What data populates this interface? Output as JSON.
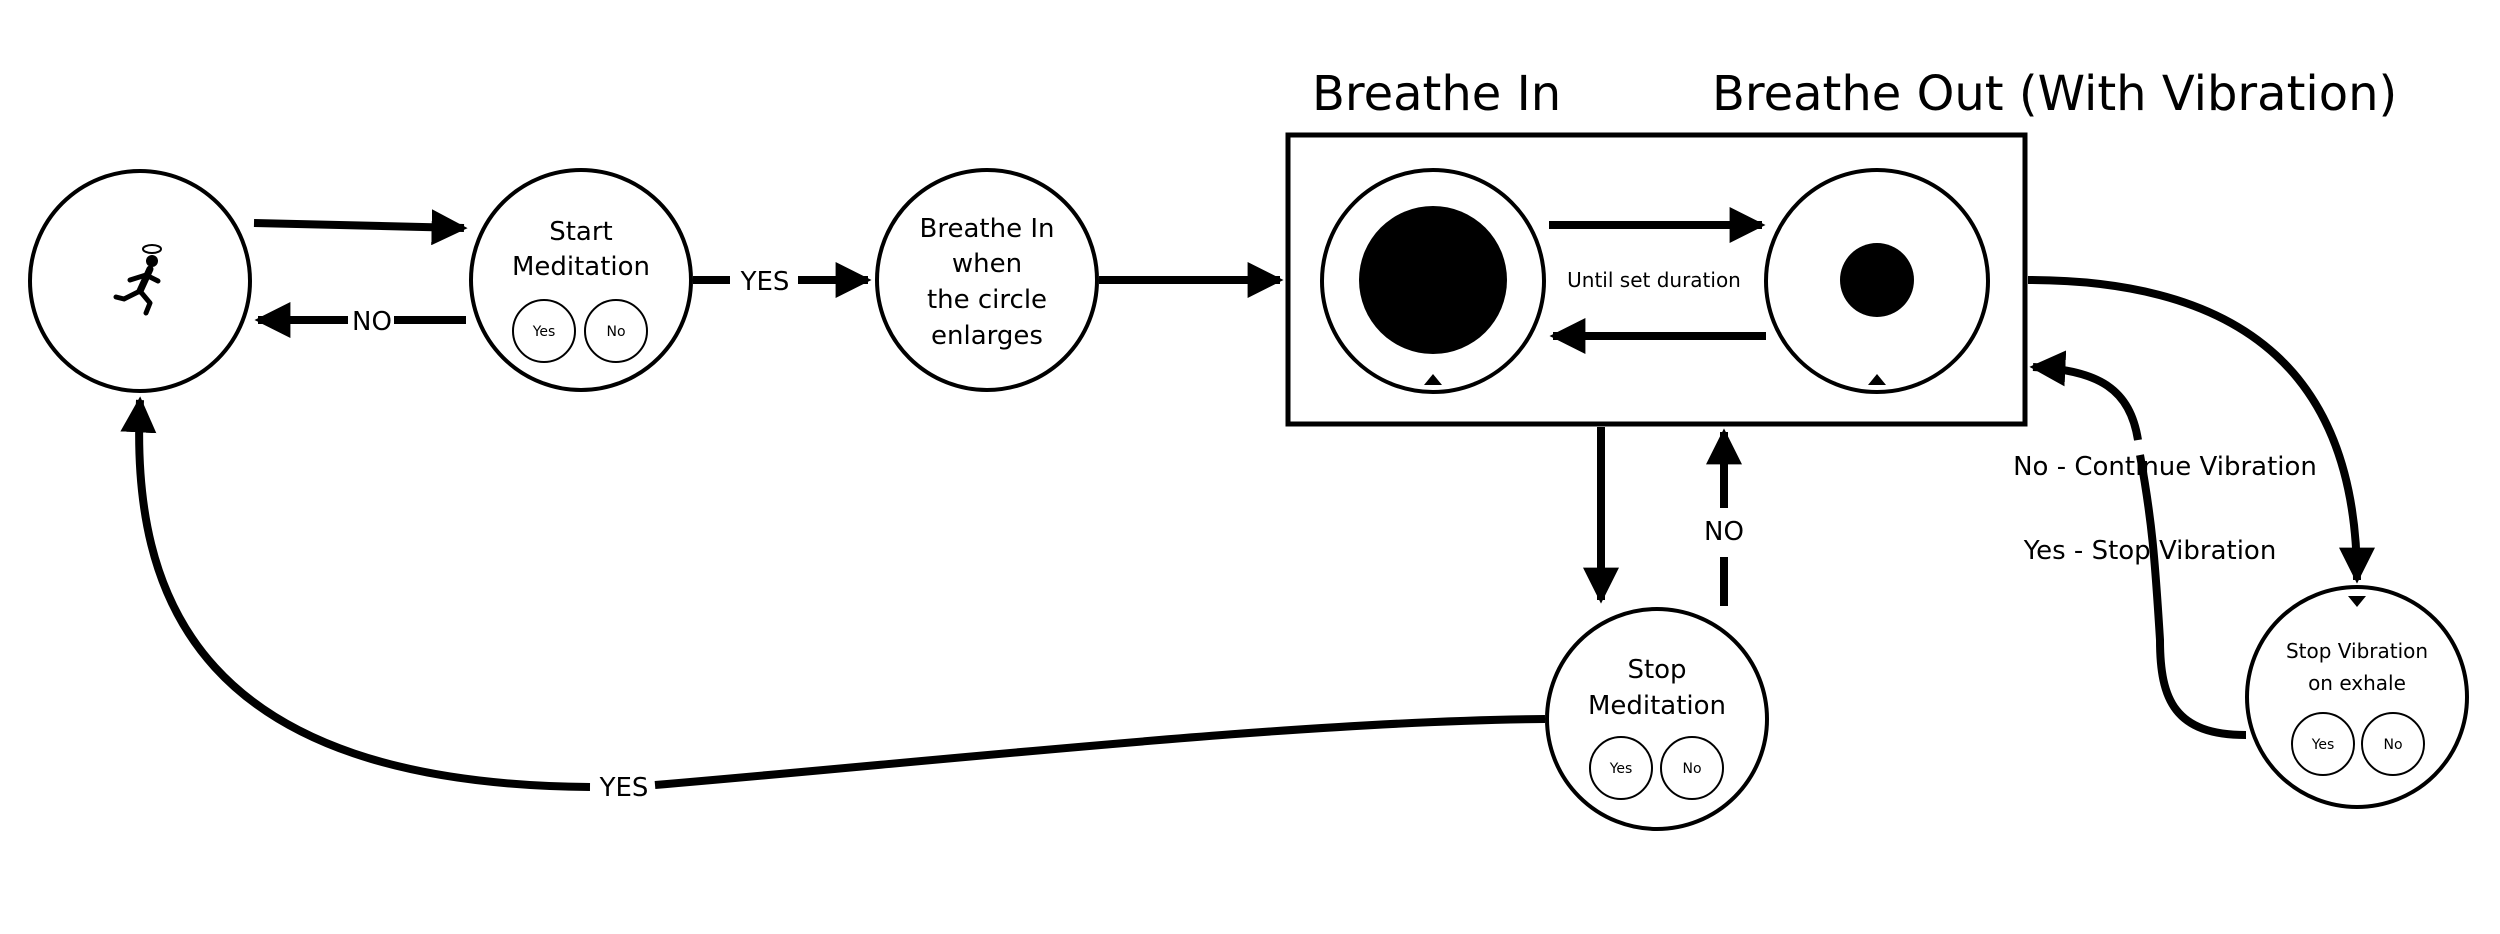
{
  "headers": {
    "breathe_in": "Breathe In",
    "breathe_out": "Breathe Out (With Vibration)"
  },
  "nodes": {
    "start": {
      "icon": "running-person-icon"
    },
    "start_meditation": {
      "title_line1": "Start",
      "title_line2": "Meditation",
      "yes": "Yes",
      "no": "No"
    },
    "breathe_in_prompt": {
      "line1": "Breathe In",
      "line2": "when",
      "line3": "the circle",
      "line4": "enlarges"
    },
    "stop_meditation": {
      "title_line1": "Stop",
      "title_line2": "Meditation",
      "yes": "Yes",
      "no": "No"
    },
    "stop_vibration": {
      "title_line1": "Stop Vibration",
      "title_line2": "on exhale",
      "yes": "Yes",
      "no": "No"
    }
  },
  "edges": {
    "start_no": "NO",
    "start_yes": "YES",
    "until_duration": "Until set duration",
    "stop_no": "NO",
    "stop_yes": "YES",
    "no_continue": "No - Continue Vibration",
    "yes_stop": "Yes - Stop Vibration"
  }
}
